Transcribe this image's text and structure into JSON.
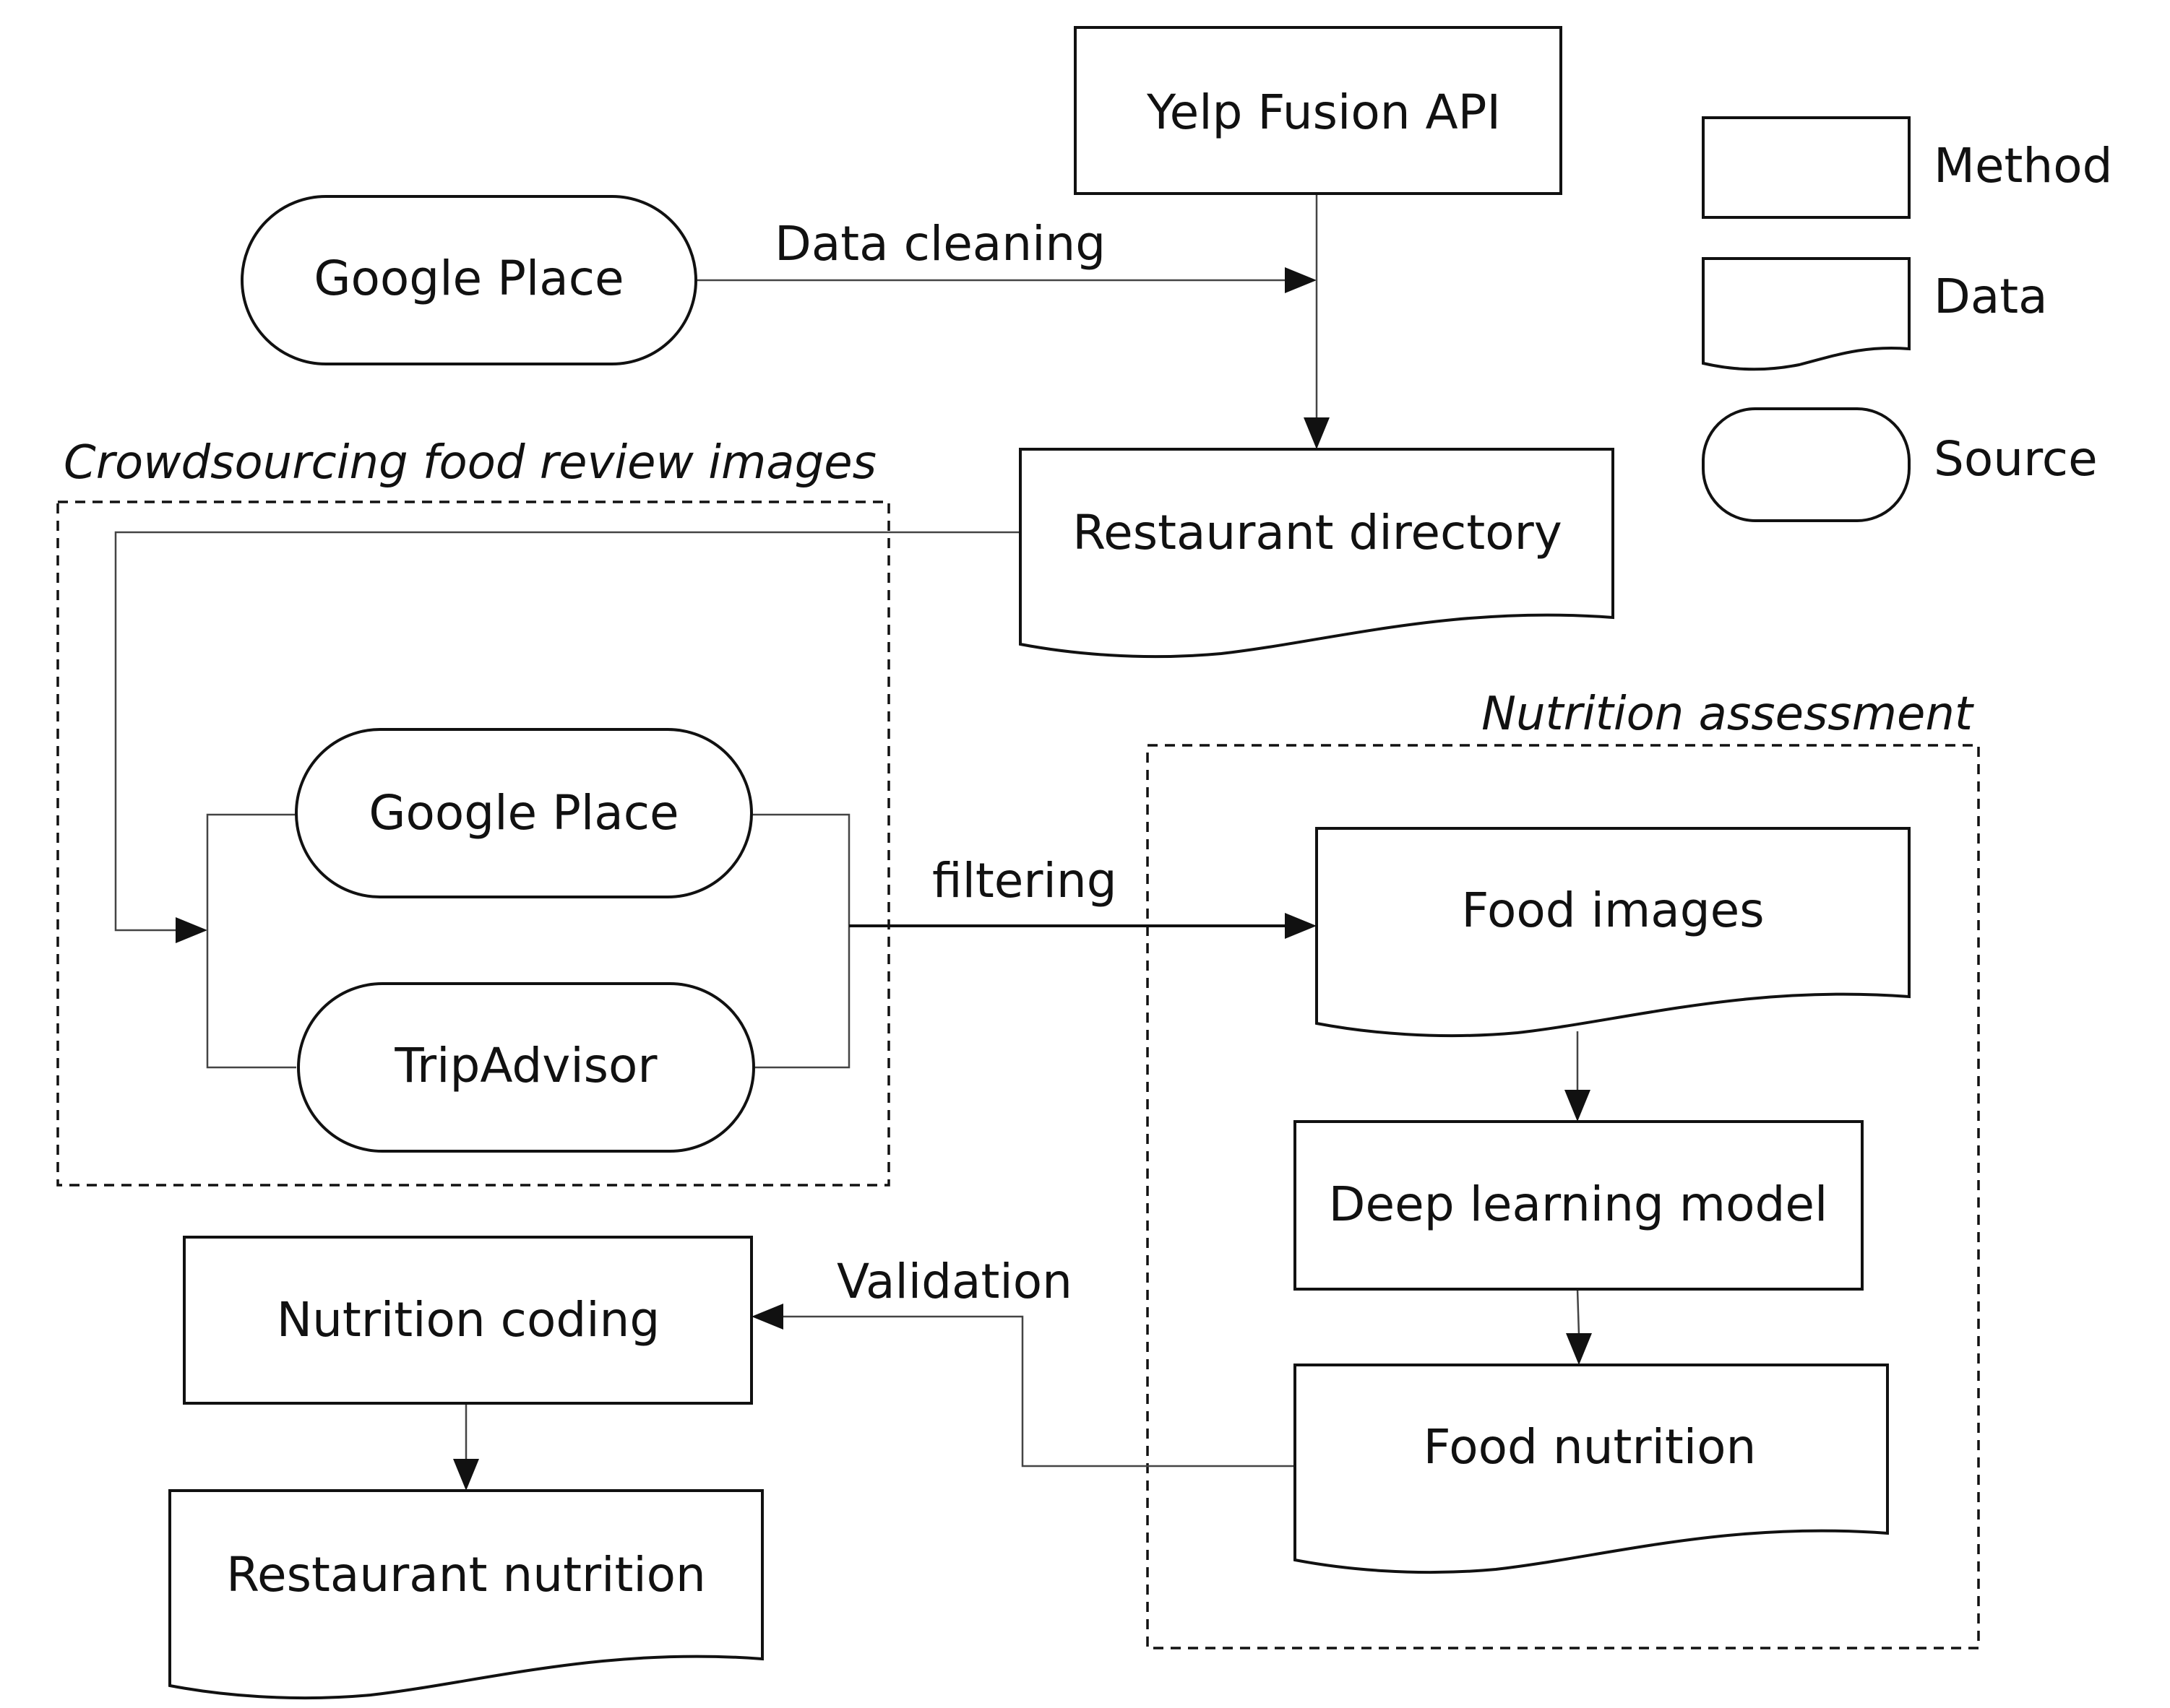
{
  "legend": {
    "method": "Method",
    "data": "Data",
    "source": "Source"
  },
  "groups": {
    "crowdsourcing": "Crowdsourcing food review images",
    "nutrition": "Nutrition assessment"
  },
  "nodes": {
    "yelp": "Yelp Fusion API",
    "google_top": "Google Place",
    "restaurant_directory": "Restaurant directory",
    "google_inner": "Google Place",
    "tripadvisor": "TripAdvisor",
    "food_images": "Food images",
    "deep_learning": "Deep learning model",
    "food_nutrition": "Food nutrition",
    "nutrition_coding": "Nutrition coding",
    "restaurant_nutrition": "Restaurant nutrition"
  },
  "edges": {
    "data_cleaning": "Data cleaning",
    "filtering": "filtering",
    "validation": "Validation"
  }
}
